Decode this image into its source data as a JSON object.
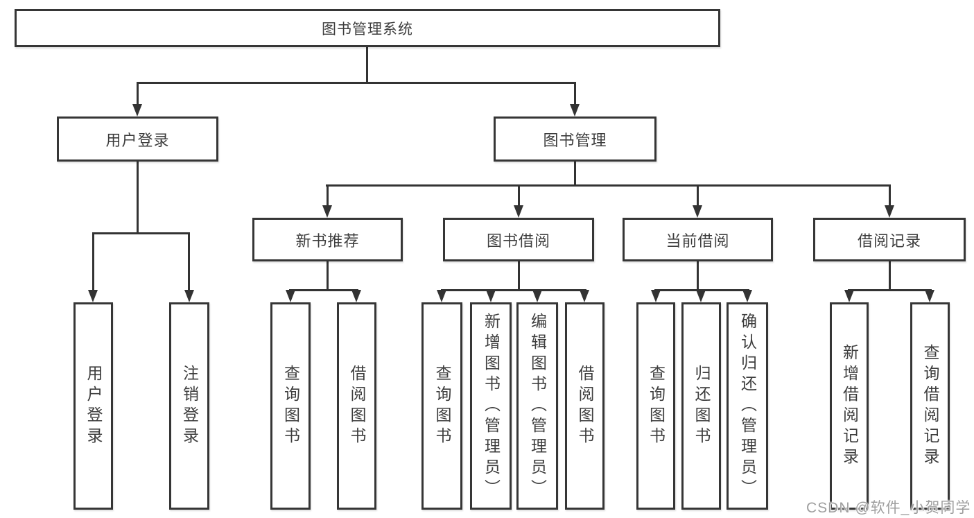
{
  "tree": {
    "root": "图书管理系统",
    "groups": [
      {
        "label": "用户登录",
        "leaves": [
          "用户登录",
          "注销登录"
        ]
      },
      {
        "label": "图书管理",
        "branches": [
          {
            "label": "新书推荐",
            "leaves": [
              "查询图书",
              "借阅图书"
            ]
          },
          {
            "label": "图书借阅",
            "leaves": [
              "查询图书",
              "新增图书（管理员）",
              "编辑图书（管理员）",
              "借阅图书"
            ]
          },
          {
            "label": "当前借阅",
            "leaves": [
              "查询图书",
              "归还图书",
              "确认归还（管理员）"
            ]
          },
          {
            "label": "借阅记录",
            "leaves": [
              "新增借阅记录",
              "查询借阅记录"
            ]
          }
        ]
      }
    ]
  },
  "watermark": "CSDN @软件_小贺同学",
  "colors": {
    "line": "#333333",
    "border": "#363636",
    "text": "#3d3d3d",
    "watermark": "#9e9e9e",
    "background": "#ffffff"
  }
}
